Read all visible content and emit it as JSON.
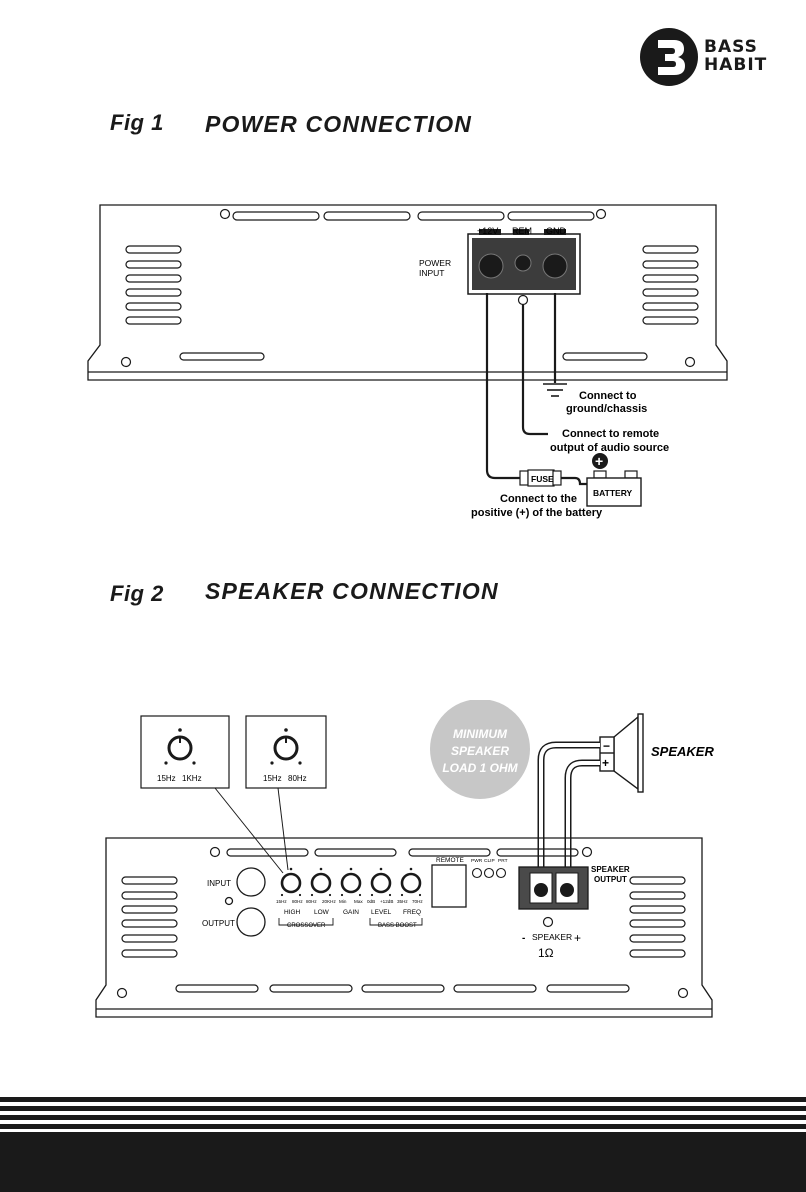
{
  "brand": {
    "logo_mark": "B",
    "line1": "BASS",
    "line2": "HABIT"
  },
  "fig1": {
    "label": "Fig 1",
    "title": "POWER CONNECTION",
    "terminals": [
      "+12V",
      "REM",
      "GND"
    ],
    "power_input": [
      "POWER",
      "INPUT"
    ],
    "ground_note": [
      "Connect to",
      "ground/chassis"
    ],
    "remote_note": [
      "Connect to remote",
      "output of audio source"
    ],
    "fuse": "FUSE",
    "battery": "BATTERY",
    "battery_plus": "+",
    "battery_note": [
      "Connect to the",
      "positive (+) of the battery"
    ]
  },
  "fig2": {
    "label": "Fig 2",
    "title": "SPEAKER CONNECTION",
    "knob_callouts": [
      {
        "left": "15Hz",
        "right": "1KHz"
      },
      {
        "left": "15Hz",
        "right": "80Hz"
      }
    ],
    "minimum_badge": [
      "MINIMUM",
      "SPEAKER",
      "LOAD 1 OHM"
    ],
    "speaker_label": "SPEAKER",
    "speaker_minus": "−",
    "speaker_plus": "+",
    "input_label": "INPUT",
    "output_label": "OUTPUT",
    "knob_scales": [
      [
        "15Hz",
        "80Hz"
      ],
      [
        "80Hz",
        "20KHz"
      ],
      [
        "Min",
        "Max"
      ],
      [
        "0dB",
        "+12dB"
      ],
      [
        "35Hz",
        "70Hz"
      ]
    ],
    "knob_names": [
      "HIGH",
      "LOW",
      "GAIN",
      "LEVEL",
      "FREQ"
    ],
    "group_crossover": "CROSSOVER",
    "group_bassboost": "BASS BOOST",
    "remote": "REMOTE",
    "leds": [
      "PWR",
      "CLIP",
      "PRT"
    ],
    "speaker_output": [
      "SPEAKER",
      "OUTPUT"
    ],
    "speaker_terminal_label": "SPEAKER",
    "term_minus": "-",
    "term_plus": "+",
    "impedance": "1Ω"
  },
  "colors": {
    "ink": "#1a1a1a",
    "badge": "#c7c7c7",
    "terminal_block": "#4a4a4a"
  }
}
